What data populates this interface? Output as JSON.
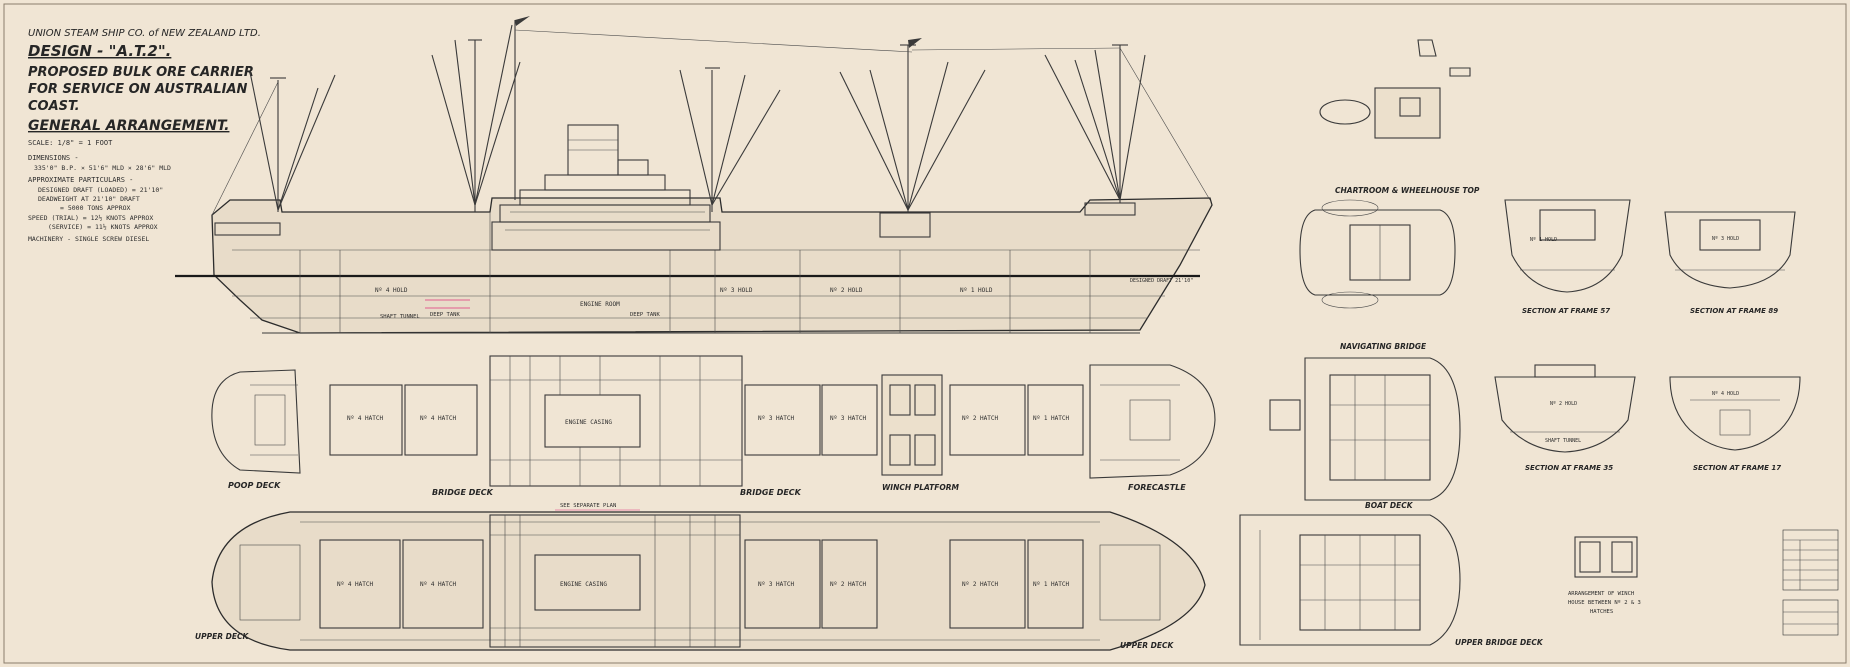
{
  "title_block": {
    "company": "UNION STEAM SHIP CO. of NEW ZEALAND LTD.",
    "design": "DESIGN - \"A.T.2\".",
    "subtitle_line1": "PROPOSED BULK ORE CARRIER",
    "subtitle_line2": "FOR SERVICE ON AUSTRALIAN",
    "subtitle_line3": "COAST.",
    "heading": "GENERAL ARRANGEMENT.",
    "scale": "SCALE: 1/8\" = 1 FOOT",
    "dimensions_label": "DIMENSIONS -",
    "dimensions_value": "335'0\" B.P. × 51'6\" MLD × 28'6\" MLD",
    "particulars_label": "APPROXIMATE PARTICULARS -",
    "particulars_line1": "DESIGNED DRAFT (LOADED) = 21'10\"",
    "particulars_line2": "DEADWEIGHT AT 21'10\" DRAFT",
    "particulars_line3": "= 5000 TONS APPROX",
    "speed_line1": "SPEED (TRIAL) = 12½ KNOTS APPROX",
    "speed_line2": "(SERVICE) = 11½ KNOTS APPROX",
    "machinery": "MACHINERY - SINGLE SCREW DIESEL"
  },
  "profile": {
    "holds": [
      "Nº 4 HOLD",
      "Nº 3 HOLD",
      "Nº 2 HOLD",
      "Nº 1 HOLD"
    ],
    "engine_room": "ENGINE ROOM",
    "shaft_tunnel": "SHAFT TUNNEL",
    "pink_note": "DEEP TANK",
    "waterline": "DESIGNED DRAFT 21'10\""
  },
  "plan_labels": {
    "poop_deck": "POOP DECK",
    "bridge_deck": "BRIDGE DECK",
    "bridge_deck_2": "BRIDGE DECK",
    "winch_platform": "WINCH PLATFORM",
    "forecastle": "FORECASTLE",
    "upper_deck": "UPPER DECK",
    "upper_deck_2": "UPPER DECK",
    "upper_bridge_deck": "UPPER BRIDGE DECK",
    "chartroom": "CHARTROOM & WHEELHOUSE TOP",
    "navigating_bridge": "NAVIGATING BRIDGE",
    "boat_deck": "BOAT DECK",
    "hatch_4": "Nº 4 HATCH",
    "hatch_3": "Nº 3 HATCH",
    "hatch_2": "Nº 2 HATCH",
    "hatch_1": "Nº 1 HATCH",
    "engine_casing": "ENGINE CASING",
    "pink_note_2": "SEE SEPARATE PLAN"
  },
  "sections": {
    "frame_57": "SECTION AT FRAME 57",
    "frame_89": "SECTION AT FRAME 89",
    "frame_35": "SECTION AT FRAME 35",
    "frame_17": "SECTION AT FRAME 17",
    "no1_hold": "Nº 1 HOLD",
    "no3_hold": "Nº 3 HOLD",
    "no2_hold": "Nº 2 HOLD",
    "no4_hold": "Nº 4 HOLD",
    "shaft_tunnel": "SHAFT TUNNEL"
  },
  "winch_arrangement": {
    "title_line1": "ARRANGEMENT OF WINCH",
    "title_line2": "HOUSE BETWEEN Nº 2 & 3",
    "title_line3": "HATCHES"
  },
  "colors": {
    "paper": "#f0e5d4",
    "ink": "#333333",
    "pink_annotation": "#e0357a"
  }
}
